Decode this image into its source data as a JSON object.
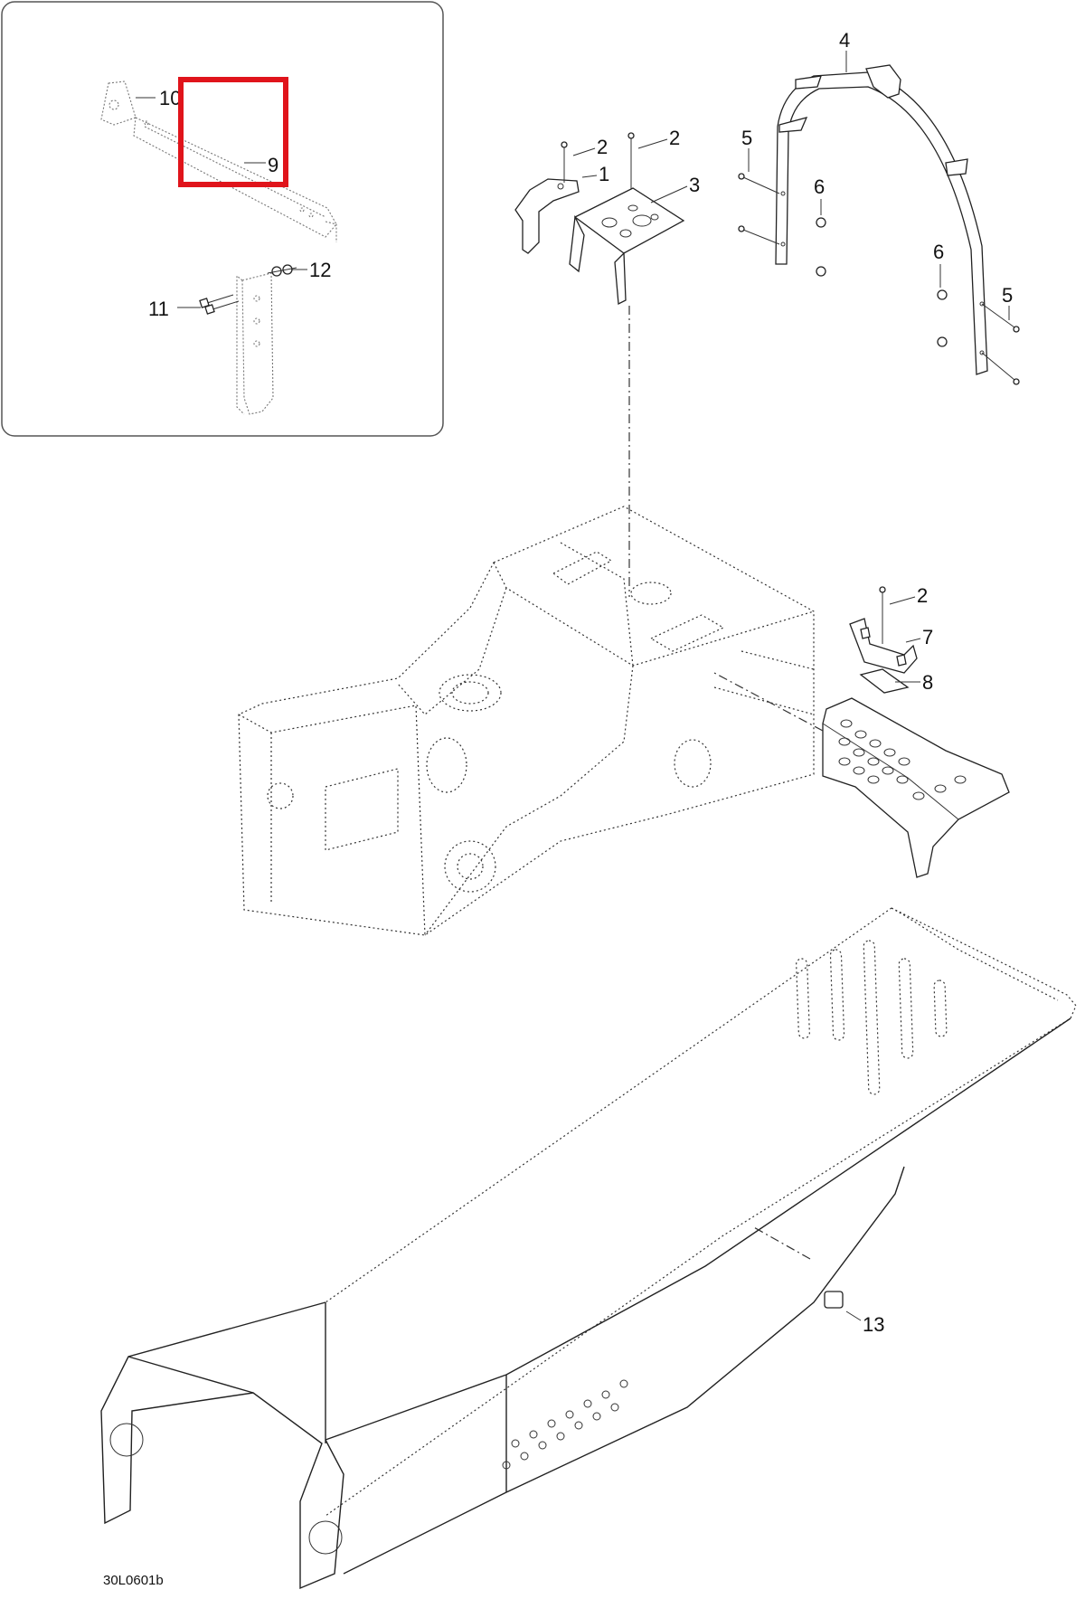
{
  "diagram": {
    "figure_code": "30L0601b",
    "highlight_color": "#e0141b",
    "highlighted_callout": "9",
    "callouts": {
      "c1": "1",
      "c2a": "2",
      "c2b": "2",
      "c2c": "2",
      "c3": "3",
      "c4": "4",
      "c5a": "5",
      "c5b": "5",
      "c6a": "6",
      "c6b": "6",
      "c7": "7",
      "c8": "8",
      "c9": "9",
      "c10": "10",
      "c11": "11",
      "c12": "12",
      "c13": "13"
    }
  }
}
